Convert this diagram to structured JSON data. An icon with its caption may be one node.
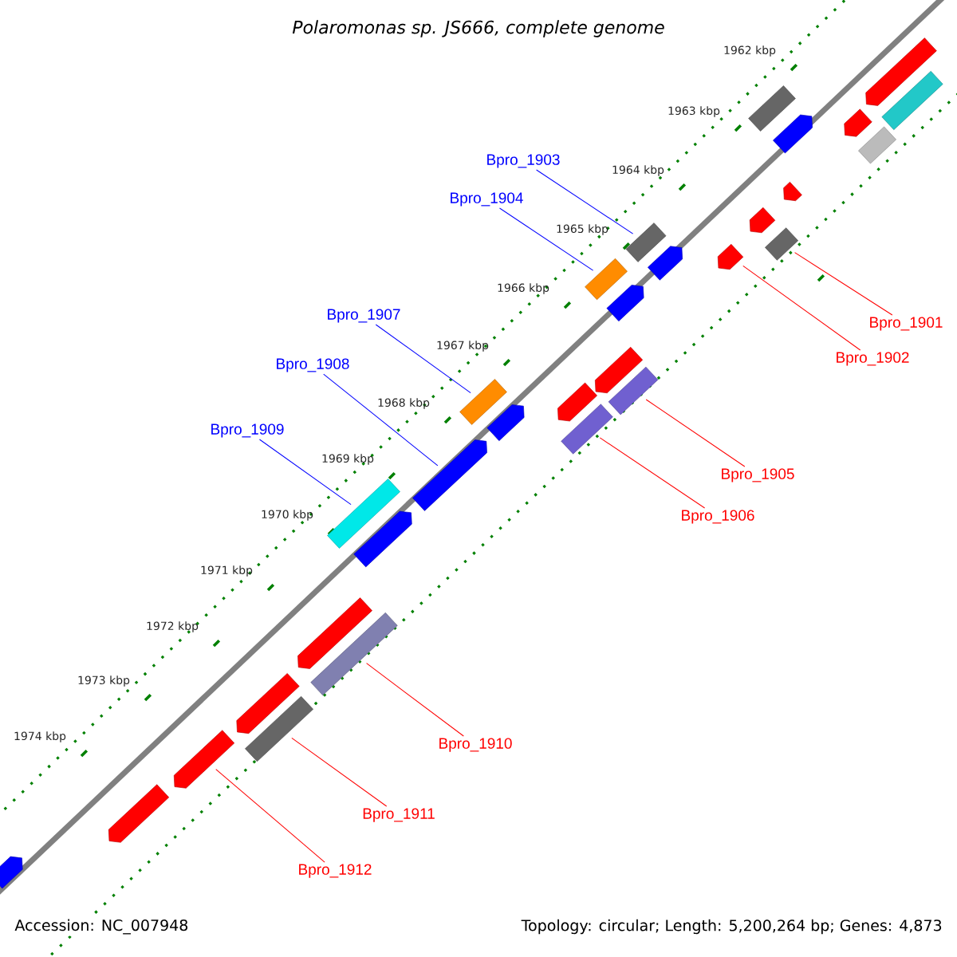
{
  "diagram": {
    "title": "Polaromonas sp. JS666, complete genome",
    "nodes": [
      {
        "text": [],
        "shape": "bar"
      },
      {
        "text": [],
        "shape": "bar"
      },
      {
        "text": [],
        "shape": "bar"
      },
      {
        "text": [],
        "shape": "bar"
      },
      {
        "text": [],
        "shape": "bar"
      },
      {
        "text": [],
        "shape": "bar"
      },
      {
        "text": [],
        "shape": "bar"
      },
      {
        "text": [],
        "shape": "bar"
      },
      {
        "text": [],
        "shape": "bar"
      },
      {
        "text": [],
        "shape": "bar"
      },
      {
        "text": [],
        "shape": "bar"
      },
      {
        "text": [],
        "shape": "bar"
      },
      {
        "text": [],
        "shape": "bar"
      },
      {
        "text": [],
        "shape": "bar"
      },
      {
        "text": [],
        "shape": "bar"
      },
      {
        "text": [],
        "shape": "bar"
      },
      {
        "text": [],
        "shape": "bar"
      },
      {
        "text": [],
        "shape": "bar"
      },
      {
        "text": [],
        "shape": "bar"
      },
      {
        "text": [],
        "shape": "bar"
      },
      {
        "text": [],
        "shape": "bar"
      },
      {
        "text": [],
        "shape": "bar"
      },
      {
        "text": [],
        "shape": "bar"
      },
      {
        "text": [],
        "shape": "bar"
      },
      {
        "text": [],
        "shape": "bar"
      },
      {
        "text": [],
        "shape": "bar"
      },
      {
        "text": [],
        "shape": "bar"
      },
      {
        "text": [],
        "shape": "bar"
      },
      {
        "text": [],
        "shape": "bar"
      },
      {
        "text": [],
        "shape": "bar"
      },
      {
        "text": [
          "Bpro_1901"
        ]
      },
      {
        "text": [
          "Bpro_1902"
        ]
      },
      {
        "text": [
          "Bpro_1903"
        ]
      },
      {
        "text": [
          "Bpro_1904"
        ]
      },
      {
        "text": [
          "Bpro_1905"
        ]
      },
      {
        "text": [
          "Bpro_1906"
        ]
      },
      {
        "text": [
          "Bpro_1907"
        ]
      },
      {
        "text": [
          "Bpro_1908"
        ]
      },
      {
        "text": [
          "Bpro_1909"
        ]
      },
      {
        "text": [
          "Bpro_1910"
        ]
      },
      {
        "text": [
          "Bpro_1911"
        ]
      },
      {
        "text": [
          "Bpro_1912"
        ]
      }
    ],
    "edges": [
      {
        "from": 30,
        "to": 8,
        "arrow": "none",
        "color": "#ff0000"
      },
      {
        "from": 31,
        "to": 9,
        "arrow": "none",
        "color": "#ff0000"
      },
      {
        "from": 32,
        "to": 10,
        "arrow": "none",
        "color": "#0000ff"
      },
      {
        "from": 33,
        "to": 12,
        "arrow": "none",
        "color": "#0000ff"
      },
      {
        "from": 34,
        "to": 16,
        "arrow": "none",
        "color": "#ff0000"
      },
      {
        "from": 35,
        "to": 17,
        "arrow": "none",
        "color": "#ff0000"
      },
      {
        "from": 36,
        "to": 18,
        "arrow": "none",
        "color": "#0000ff"
      },
      {
        "from": 37,
        "to": 20,
        "arrow": "none",
        "color": "#0000ff"
      },
      {
        "from": 38,
        "to": 21,
        "arrow": "none",
        "color": "#0000ff"
      },
      {
        "from": 39,
        "to": 24,
        "arrow": "none",
        "color": "#ff0000"
      },
      {
        "from": 40,
        "to": 26,
        "arrow": "none",
        "color": "#ff0000"
      },
      {
        "from": 41,
        "to": 27,
        "arrow": "none",
        "color": "#ff0000"
      }
    ],
    "labels": [
      "1962 kbp",
      "1963 kbp",
      "1964 kbp",
      "1965 kbp",
      "1966 kbp",
      "1967 kbp",
      "1968 kbp",
      "1969 kbp",
      "1970 kbp",
      "1971 kbp",
      "1972 kbp",
      "1973 kbp",
      "1974 kbp",
      "Accession: NC_007948",
      "Topology: circular; Length: 5,200,264 bp; Genes: 4,873"
    ]
  }
}
